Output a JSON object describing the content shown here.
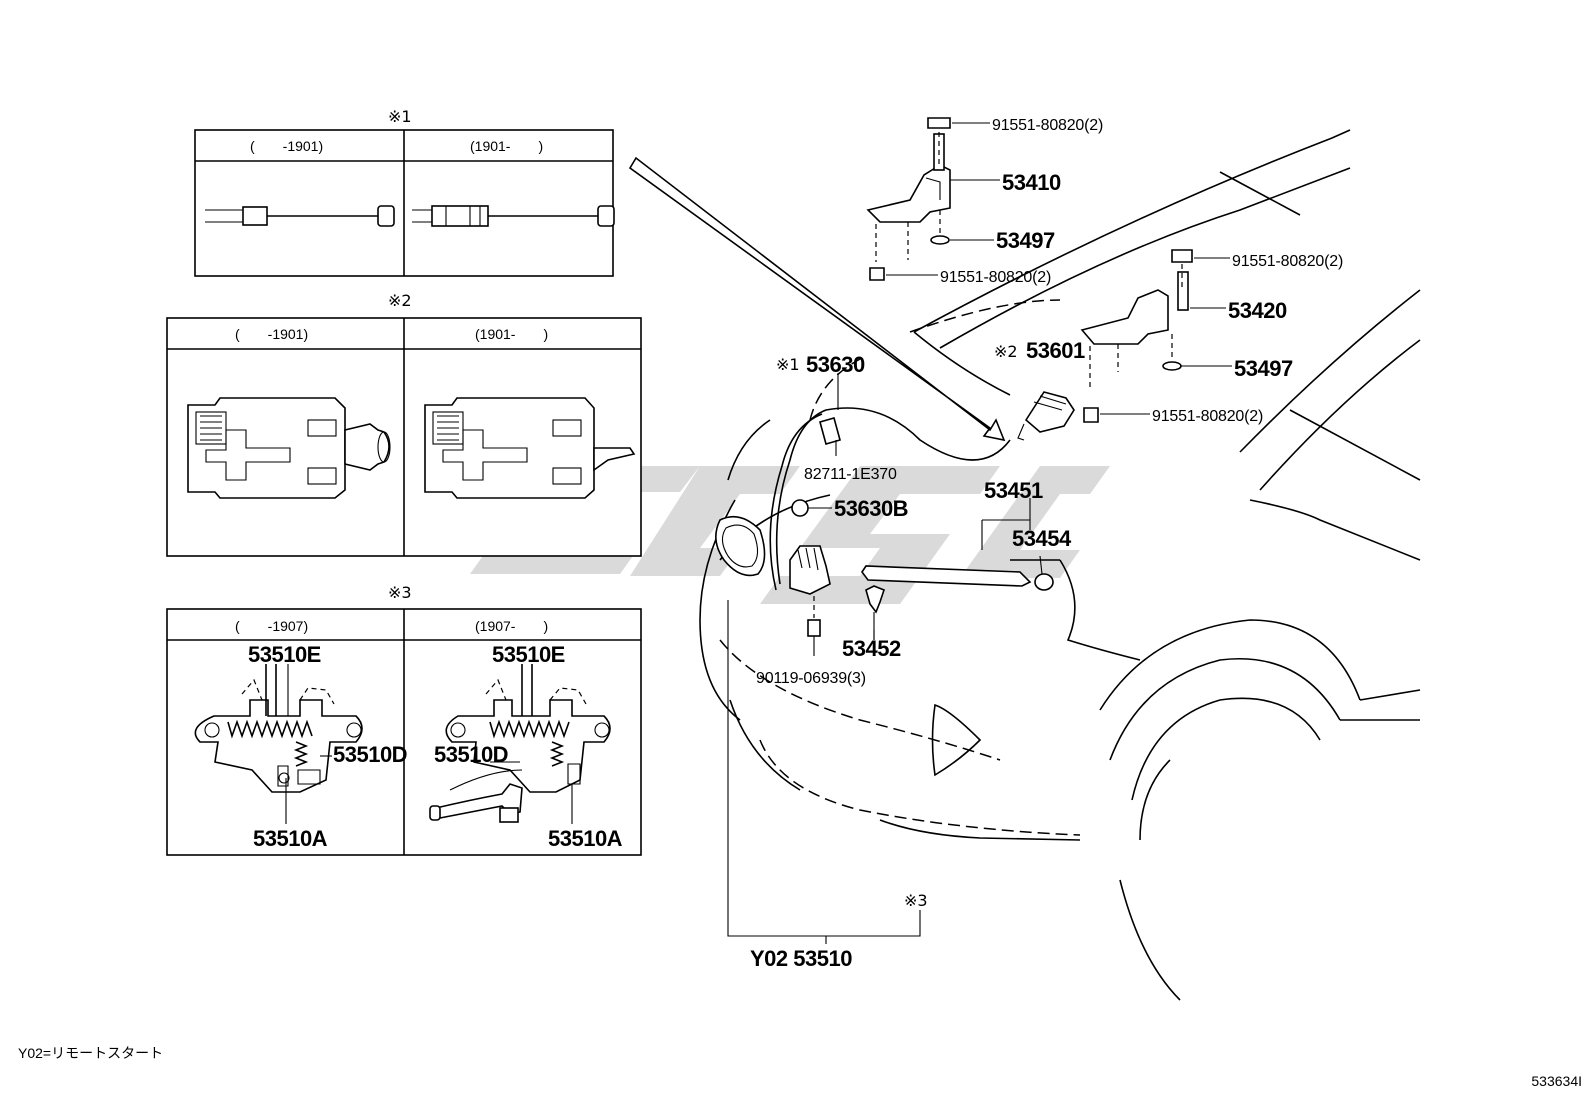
{
  "insets": [
    {
      "mark": "※1",
      "left_header": "(　　-1901)",
      "right_header": "(1901-　　)"
    },
    {
      "mark": "※2",
      "left_header": "(　　-1901)",
      "right_header": "(1901-　　)"
    },
    {
      "mark": "※3",
      "left_header": "(　　-1907)",
      "right_header": "(1907-　　)"
    }
  ],
  "inset3_left_labels": {
    "p1": "53510E",
    "p2": "53510D",
    "p3": "53510A"
  },
  "inset3_right_labels": {
    "p1": "53510E",
    "p2": "53510D",
    "p3": "53510A"
  },
  "callouts": {
    "c1": "91551-80820(2)",
    "c2": "53410",
    "c3": "53497",
    "c4": "91551-80820(2)",
    "c5": "91551-80820(2)",
    "c6": "53420",
    "c7": "53497",
    "c8": "91551-80820(2)",
    "c9_mark": "※2",
    "c9": "53601",
    "c10_mark": "※1",
    "c10": "53630",
    "c11": "82711-1E370",
    "c12": "53630B",
    "c13": "53451",
    "c14": "53454",
    "c15": "53452",
    "c16": "90119-06939(3)",
    "c17_mark": "※3",
    "c17": "Y02 53510"
  },
  "legend": "Y02=リモートスタート",
  "diagram_id": "533634I"
}
